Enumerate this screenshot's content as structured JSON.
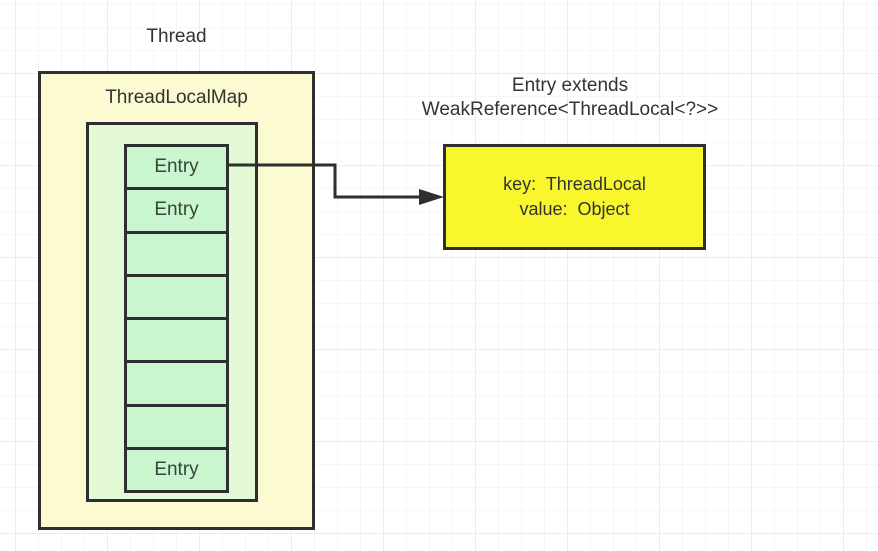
{
  "colors": {
    "outer_fill": "#FBFAD1",
    "inner_fill": "#E4F9D5",
    "cell_fill": "#CAF6CF",
    "detail_fill": "#F8F62C",
    "stroke": "#2F2F2F",
    "text": "#333333",
    "entry_text": "#35463A"
  },
  "labels": {
    "thread": "Thread",
    "threadlocalmap": "ThreadLocalMap"
  },
  "heading": {
    "line1": "Entry extends",
    "line2": "WeakReference<ThreadLocal<?>>"
  },
  "map": {
    "entries": [
      "Entry",
      "Entry",
      "",
      "",
      "",
      "",
      "",
      "Entry"
    ]
  },
  "detail": {
    "key_line": "key:  ThreadLocal",
    "value_line": "value:  Object"
  }
}
